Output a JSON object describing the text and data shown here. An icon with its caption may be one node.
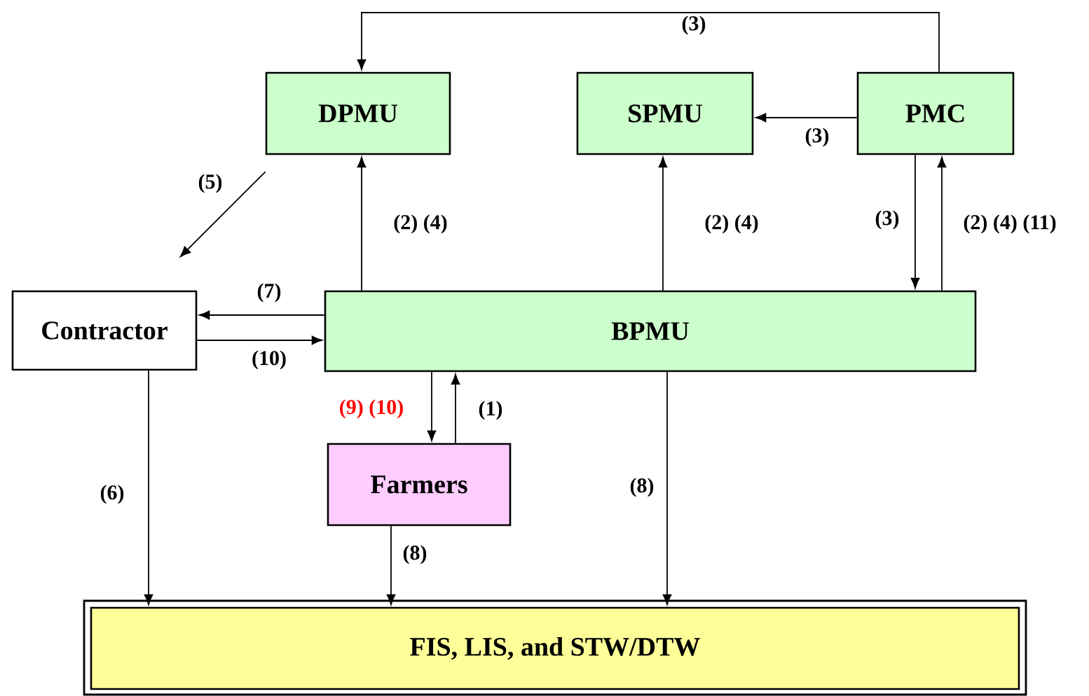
{
  "diagram": {
    "nodes": [
      {
        "text": [
          "DPMU"
        ]
      },
      {
        "text": [
          "SPMU"
        ]
      },
      {
        "text": [
          "PMC"
        ]
      },
      {
        "text": [
          "Contractor"
        ]
      },
      {
        "text": [
          "BPMU"
        ]
      },
      {
        "text": [
          "Farmers"
        ]
      },
      {
        "text": [
          "FIS, LIS, and STW/DTW"
        ]
      }
    ],
    "edges": [
      {
        "from": 2,
        "to": 0,
        "arrow": "to",
        "label": "(3)"
      },
      {
        "from": 2,
        "to": 1,
        "arrow": "to",
        "label": "(3)"
      },
      {
        "from": 4,
        "to": 0,
        "arrow": "to",
        "label": "(2) (4)"
      },
      {
        "from": 4,
        "to": 1,
        "arrow": "to",
        "label": "(2) (4)"
      },
      {
        "from": 2,
        "to": 4,
        "arrow": "to",
        "label": "(3)"
      },
      {
        "from": 4,
        "to": 2,
        "arrow": "to",
        "label": "(2) (4) (11)"
      },
      {
        "from": 0,
        "to": 3,
        "arrow": "to",
        "label": "(5)"
      },
      {
        "from": 4,
        "to": 3,
        "arrow": "to",
        "label": "(7)"
      },
      {
        "from": 3,
        "to": 4,
        "arrow": "to",
        "label": "(10)"
      },
      {
        "from": 4,
        "to": 5,
        "arrow": "to",
        "label": "(9) (10)"
      },
      {
        "from": 5,
        "to": 4,
        "arrow": "to",
        "label": "(1)"
      },
      {
        "from": 3,
        "to": 6,
        "arrow": "to",
        "label": "(6)"
      },
      {
        "from": 5,
        "to": 6,
        "arrow": "to",
        "label": "(8)"
      },
      {
        "from": 4,
        "to": 6,
        "arrow": "to",
        "label": "(8)"
      }
    ]
  }
}
